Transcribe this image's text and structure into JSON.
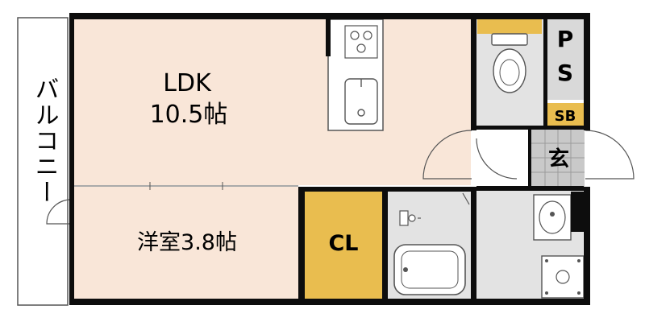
{
  "colors": {
    "wall": "#0d0d0d",
    "room_floor": "#f9e6d8",
    "wet_floor": "#e3e3e3",
    "closet": "#e9bd4f",
    "tile": "#c9c9c9",
    "fixture": "#ffffff",
    "line": "#555555"
  },
  "rooms": {
    "balcony": {
      "label": "バルコニー"
    },
    "ldk": {
      "label": "LDK",
      "size": "10.5帖"
    },
    "western_room": {
      "label": "洋室3.8帖"
    },
    "closet": {
      "label": "CL"
    },
    "ps": {
      "label_top": "P",
      "label_bottom": "S"
    },
    "shoe_box": {
      "label": "SB"
    },
    "entrance": {
      "label": "玄"
    }
  },
  "icons": [
    "kitchen-stove-icon",
    "kitchen-sink-icon",
    "toilet-icon",
    "washbasin-icon",
    "bathtub-icon",
    "shower-faucet-icon",
    "washing-machine-pan-icon",
    "door-swing-icon"
  ]
}
